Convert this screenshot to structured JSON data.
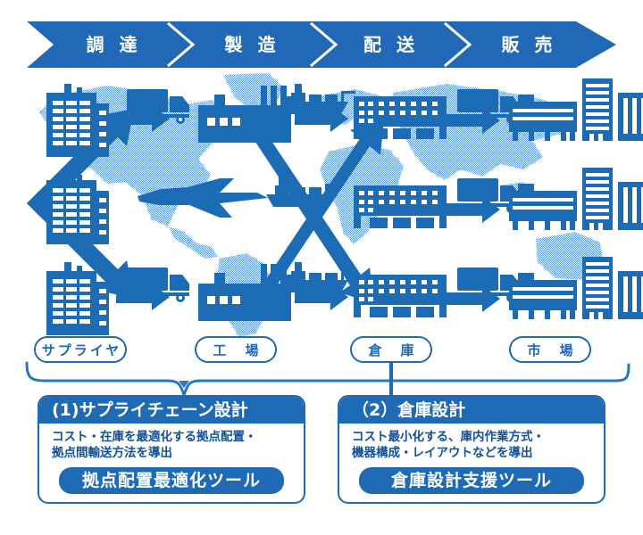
{
  "banner": {
    "stages": [
      {
        "label": "調 達"
      },
      {
        "label": "製 造"
      },
      {
        "label": "配 送"
      },
      {
        "label": "販 売"
      }
    ],
    "color": "#2168b6"
  },
  "stage_labels": [
    {
      "label": "サプライヤ"
    },
    {
      "label": "工　場"
    },
    {
      "label": "倉　庫"
    },
    {
      "label": "市　場"
    }
  ],
  "flow": {
    "rows": [
      {
        "nodes": [
          "supplier-building",
          "truck",
          "arrow-right",
          "factory",
          "ship",
          "arrow-right",
          "warehouse",
          "truck",
          "arrow-right",
          "market-buildings"
        ]
      },
      {
        "nodes": [
          "supplier-building",
          "airplane",
          "ship",
          "warehouse",
          "truck",
          "arrow-right",
          "market-buildings"
        ]
      },
      {
        "nodes": [
          "supplier-building",
          "truck",
          "arrow-right",
          "factory",
          "ship",
          "arrow-right",
          "warehouse",
          "truck",
          "arrow-right",
          "market-buildings"
        ]
      }
    ]
  },
  "panels": [
    {
      "title": "(1)サプライチェーン設計",
      "body": [
        "コスト・在庫を最適化する拠点配置・",
        "拠点間輸送方法を導出"
      ],
      "tool": "拠点配置最適化ツール"
    },
    {
      "title": "（2）倉庫設計",
      "body": [
        "コスト最小化する、庫内作業方式・",
        "機器構成・レイアウトなどを導出"
      ],
      "tool": "倉庫設計支援ツール"
    }
  ],
  "colors": {
    "primary": "#1f6ab5",
    "icon": "#1b6cb5",
    "map": "#7ba7da",
    "text": "#10519a"
  }
}
